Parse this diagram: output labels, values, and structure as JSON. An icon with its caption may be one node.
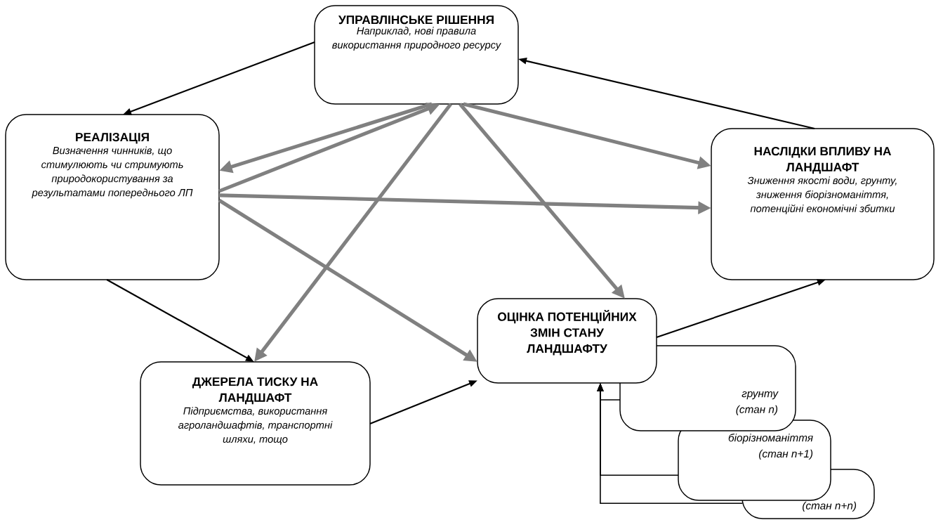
{
  "diagram": {
    "nodes": [
      {
        "text": [
          "УПРАВЛІНСЬКЕ РІШЕННЯ",
          "Наприклад, нові правила використання природного ресурсу"
        ]
      },
      {
        "text": [
          "РЕАЛІЗАЦІЯ",
          "Визначення чинників, що стимулюють чи стримують природокористування за результатами попереднього ЛП"
        ]
      },
      {
        "text": [
          "НАСЛІДКИ ВПЛИВУ НА ЛАНДШАФТ",
          "Зниження якості води, грунту, зниження біорізноманіття, потенційні економічні збитки"
        ]
      },
      {
        "text": [
          "ОЦІНКА ПОТЕНЦІЙНИХ ЗМІН СТАНУ ЛАНДШАФТУ"
        ]
      },
      {
        "text": [
          "ДЖЕРЕЛА ТИСКУ НА ЛАНДШАФТ",
          "Підприємства, використання агроландшафтів, транспортні шляхи, тощо"
        ]
      },
      {
        "text": [
          "грунту (стан n)"
        ]
      },
      {
        "text": [
          "біорізноманіття (стан n+1)"
        ]
      },
      {
        "text": [
          "(стан n+n)"
        ]
      }
    ],
    "edges": [
      {
        "from": 0,
        "to": 1,
        "arrow": "to",
        "color": "#000000"
      },
      {
        "from": 2,
        "to": 0,
        "arrow": "to",
        "color": "#000000"
      },
      {
        "from": 1,
        "to": 4,
        "arrow": "to",
        "color": "#000000"
      },
      {
        "from": 4,
        "to": 3,
        "arrow": "to",
        "color": "#000000"
      },
      {
        "from": 3,
        "to": 2,
        "arrow": "to",
        "color": "#000000"
      },
      {
        "from": 0,
        "to": 1,
        "arrow": "to",
        "style": "thick",
        "color": "#808080"
      },
      {
        "from": 1,
        "to": 0,
        "arrow": "to",
        "style": "thick",
        "color": "#808080"
      },
      {
        "from": 0,
        "to": 2,
        "arrow": "to",
        "style": "thick",
        "color": "#808080"
      },
      {
        "from": 1,
        "to": 2,
        "arrow": "to",
        "style": "thick",
        "color": "#808080"
      },
      {
        "from": 0,
        "to": 4,
        "arrow": "to",
        "style": "thick",
        "color": "#808080"
      },
      {
        "from": 0,
        "to": 3,
        "arrow": "to",
        "style": "thick",
        "color": "#808080"
      },
      {
        "from": 1,
        "to": 3,
        "arrow": "to",
        "style": "thick",
        "color": "#808080"
      },
      {
        "from": 5,
        "to": 3,
        "arrow": "to",
        "color": "#000000"
      },
      {
        "from": 6,
        "to": 3,
        "arrow": "to",
        "color": "#000000"
      },
      {
        "from": 7,
        "to": 3,
        "arrow": "to",
        "color": "#000000"
      }
    ]
  }
}
